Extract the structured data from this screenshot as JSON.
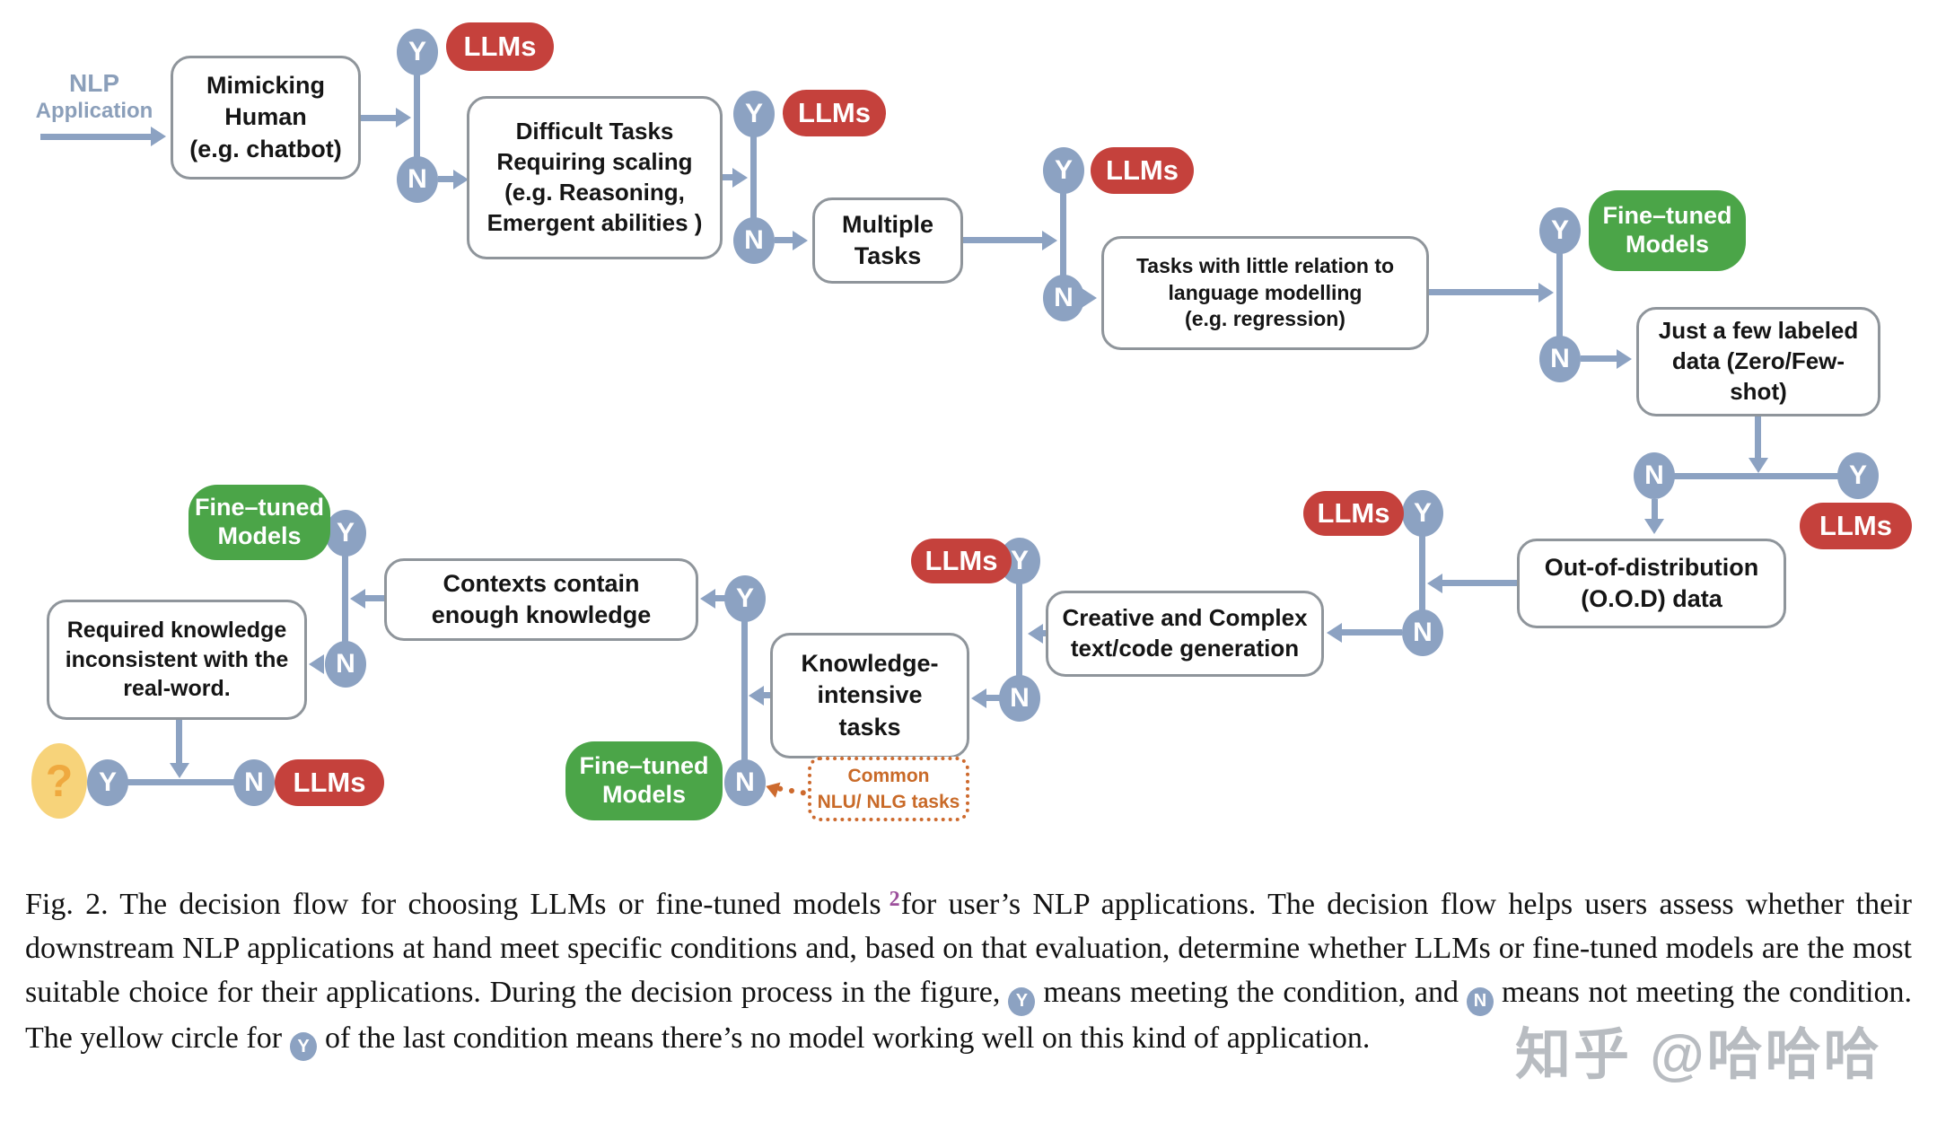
{
  "figure": {
    "entry": {
      "line1": "NLP",
      "line2": "Application"
    },
    "yes": "Y",
    "no": "N",
    "question_mark": "?",
    "llms_label": "LLMs",
    "fine_tuned_label": "Fine–tuned\nModels",
    "nodes": {
      "mimicking": "Mimicking\nHuman\n(e.g. chatbot)",
      "difficult": "Difficult Tasks\nRequiring scaling\n(e.g. Reasoning,\nEmergent abilities )",
      "multiple": "Multiple\nTasks",
      "little_relation": "Tasks with little relation to\nlanguage modelling\n(e.g. regression)",
      "few_labeled": "Just a few labeled\ndata (Zero/Few-\nshot)",
      "ood": "Out-of-distribution\n(O.O.D) data",
      "creative": "Creative and Complex\ntext/code generation",
      "knowledge_intensive": "Knowledge-\nintensive\ntasks",
      "contexts": "Contexts contain\nenough knowledge",
      "required_knowledge": "Required knowledge\ninconsistent with the\nreal-word."
    },
    "note": "Common\nNLU/ NLG tasks",
    "colors": {
      "llms_red": "#c5413c",
      "fine_tuned_green": "#4ba548",
      "connector_blue": "#8ca2c2",
      "question_yellow": "#f7d37a",
      "note_orange": "#cd6a2e",
      "entry_label_blue": "#8b9fba",
      "footnote_purple": "#9c4f9b"
    }
  },
  "caption": {
    "seg1": "Fig. 2.  The decision flow for choosing LLMs or fine-tuned models",
    "footnote": "2",
    "seg2": "for user’s NLP applications. The decision flow helps users assess whether their downstream NLP applications at hand meet specific conditions and, based on that evaluation, determine whether LLMs or fine-tuned models are the most suitable choice for their applications. During the decision process in the figure,",
    "badge_yes": "Y",
    "seg3": "means meeting the condition, and",
    "badge_no": "N",
    "seg4": "means not meeting the condition. The yellow circle for",
    "badge_yes2": "Y",
    "seg5": "of the last condition means there’s no model working well on this kind of application."
  },
  "watermark": "知乎 @哈哈哈"
}
